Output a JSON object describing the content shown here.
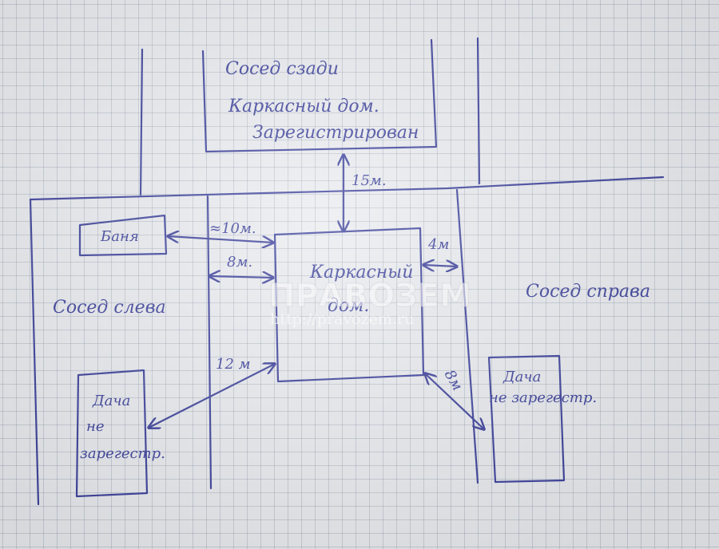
{
  "neighbor_back": {
    "line1": "Сосед сзади",
    "line2": "Каркасный дом.",
    "line3": "Зарегистрирован"
  },
  "banya": "Баня",
  "main_house": {
    "line1": "Каркасный",
    "line2": "дом."
  },
  "neighbor_left": "Сосед слева",
  "neighbor_right": "Сосед справа",
  "dacha_left": {
    "line1": "Дача",
    "line2": "не",
    "line3": "зарегестр."
  },
  "dacha_right": {
    "line1": "Дача",
    "line2": "не зарегестр."
  },
  "distances": {
    "back": "15м.",
    "banya": "≈10м.",
    "left_fence": "8м.",
    "right_fence": "4м",
    "dacha_left": "12 м",
    "dacha_right": "8м"
  },
  "watermark": {
    "brand": "ПРАВОЗЕМ",
    "url": "http://pravozem.ru"
  }
}
